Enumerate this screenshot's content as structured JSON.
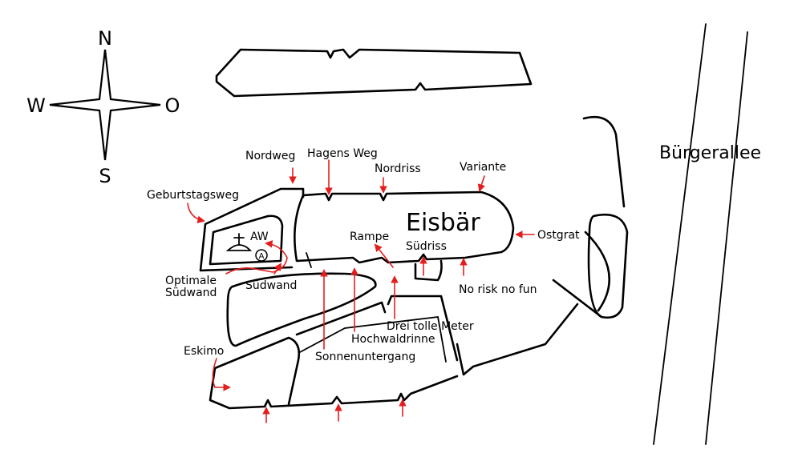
{
  "compass": {
    "north": "N",
    "south": "S",
    "west": "W",
    "east": "O"
  },
  "street": "Bürgerallee",
  "massif": "Eisbär",
  "summit_book": "AW",
  "anchor_mark": "A",
  "routes": {
    "nordweg": "Nordweg",
    "hagens_weg": "Hagens Weg",
    "nordriss": "Nordriss",
    "variante": "Variante",
    "geburtstagsweg": "Geburtstagsweg",
    "ostgrat": "Ostgrat",
    "rampe": "Rampe",
    "suedriss": "Südriss",
    "no_risk_no_fun": "No risk no fun",
    "optimale_suedwand_1": "Optimale",
    "optimale_suedwand_2": "Südwand",
    "suedwand": "Südwand",
    "drei_tolle_meter": "Drei tolle Meter",
    "hochwaldrinne": "Hochwaldrinne",
    "sonnenuntergang": "Sonnenuntergang",
    "eskimo": "Eskimo"
  },
  "colors": {
    "route_arrows": "#e41e1e",
    "outlines": "#000000",
    "background": "#ffffff"
  },
  "icons": {
    "compass": "compass-rose-icon",
    "summit": "summit-cross-icon",
    "anchor": "anchor-circle-icon"
  }
}
